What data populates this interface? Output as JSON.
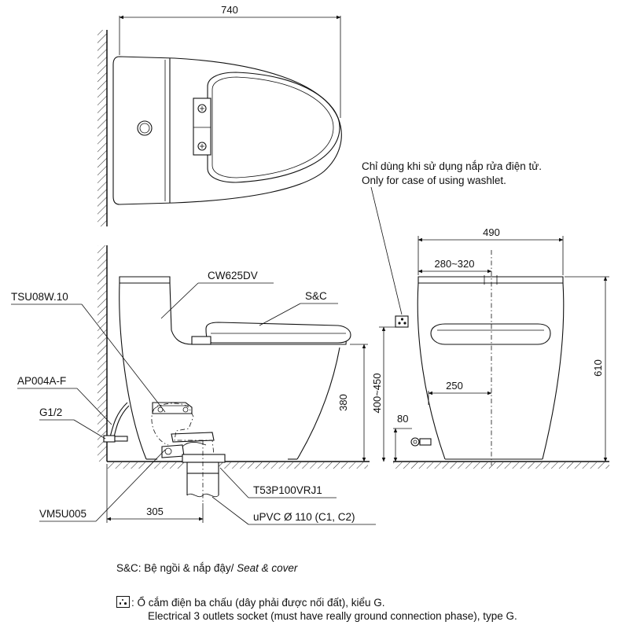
{
  "top_view": {
    "width_dim": "740"
  },
  "side_view": {
    "model_label": "CW625DV",
    "seat_label": "S&C",
    "left_callouts": [
      "TSU08W.10",
      "AP004A-F",
      "G1/2",
      "VM5U005"
    ],
    "height_dim": "380",
    "depth_dim": "305",
    "bottom_callouts": [
      "T53P100VRJ1",
      "uPVC Ø 110 (C1, C2)"
    ]
  },
  "front_view": {
    "width_dim": "490",
    "offset_dim": "280~320",
    "half_dim": "250",
    "valve_dim": "80",
    "socket_height_dim": "400~450",
    "total_height_dim": "610"
  },
  "notes": {
    "washlet_vi": "Chỉ dùng khi sử dụng nắp rửa điện tử.",
    "washlet_en": "Only for case of using washlet.",
    "seat_legend_vi": "S&C: Bệ ngồi & nắp đậy/ ",
    "seat_legend_en": "Seat & cover",
    "socket_vi": ": Ổ cắm điện ba chấu (dây phải được nối đất), kiểu G.",
    "socket_en": "Electrical 3 outlets socket (must have really ground connection phase), type G."
  }
}
